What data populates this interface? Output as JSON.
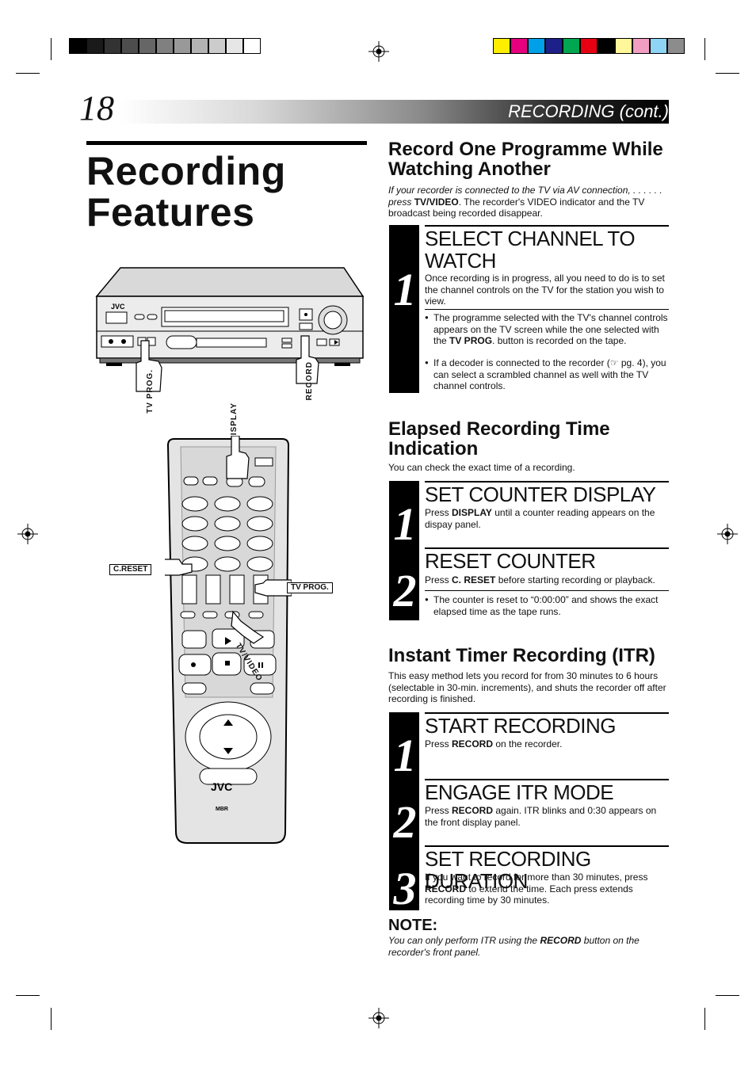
{
  "page_number": "18",
  "section_title": "RECORDING (cont.)",
  "main_title": "Recording Features",
  "colors": {
    "header_band_end": "#000000",
    "grayscale_swatches": [
      "#000000",
      "#1a1a1a",
      "#333333",
      "#4d4d4d",
      "#666666",
      "#808080",
      "#999999",
      "#b3b3b3",
      "#cccccc",
      "#e6e6e6",
      "#ffffff"
    ],
    "color_swatches": [
      "#ffee00",
      "#e6007e",
      "#00a0e9",
      "#1d2088",
      "#00a650",
      "#e60012",
      "#000000",
      "#fff799",
      "#f19ec2",
      "#8fd3f5",
      "#8c8c8c"
    ]
  },
  "illustration": {
    "vcr_brand": "JVC",
    "remote_brand": "JVC",
    "remote_logo": "MBR",
    "labels": {
      "tv_prog_vcr": "TV PROG.",
      "record": "RECORD",
      "display": "DISPLAY",
      "c_reset": "C.RESET",
      "tv_prog_remote": "TV PROG.",
      "tv_video": "TV/VIDEO"
    }
  },
  "section1": {
    "heading": "Record One Programme While Watching Another",
    "intro_italic": "If your recorder is connected to the TV via AV connection, . . . . . . press ",
    "intro_bold": "TV/VIDEO",
    "intro_rest": ". The recorder's VIDEO indicator and the TV broadcast being recorded disappear.",
    "steps": [
      {
        "number": "1",
        "title": "SELECT CHANNEL TO WATCH",
        "body": "Once recording is in progress, all you need to do is to set the channel controls on the TV for the station you wish to view.",
        "bullets": [
          {
            "pre": "The programme selected with the TV's channel controls appears on the TV screen while the one selected with the ",
            "bold": "TV PROG",
            "post": ". button is recorded on the tape."
          },
          {
            "pre": "If a decoder is connected to the recorder (☞ pg. 4), you can select a scrambled channel as well with the TV channel controls.",
            "bold": "",
            "post": ""
          }
        ]
      }
    ]
  },
  "section2": {
    "heading": "Elapsed Recording Time Indication",
    "intro": "You can check the exact time of a recording.",
    "steps": [
      {
        "number": "1",
        "title": "SET COUNTER DISPLAY",
        "pre": "Press ",
        "bold": "DISPLAY",
        "post": " until a counter reading appears on the dispay panel."
      },
      {
        "number": "2",
        "title": "RESET COUNTER",
        "pre": "Press ",
        "bold": "C. RESET",
        "post": " before starting recording or playback.",
        "bullet": "The counter is reset to “0:00:00” and shows the exact elapsed time as the tape runs."
      }
    ]
  },
  "section3": {
    "heading": "Instant Timer Recording (ITR)",
    "intro": "This easy method lets you record for from 30 minutes to 6 hours (selectable in 30-min. increments), and shuts the recorder off after recording is finished.",
    "steps": [
      {
        "number": "1",
        "title": "START RECORDING",
        "pre": "Press ",
        "bold": "RECORD",
        "post": " on the recorder."
      },
      {
        "number": "2",
        "title": "ENGAGE ITR MODE",
        "pre": "Press ",
        "bold": "RECORD",
        "post": " again. ITR blinks and 0:30 appears on the front display panel."
      },
      {
        "number": "3",
        "title": "SET RECORDING DURATION",
        "pre": "If you want to record for more than 30 minutes, press ",
        "bold": "RECORD",
        "post": " to extend the time. Each press extends recording time by 30 minutes."
      }
    ]
  },
  "note": {
    "heading": "NOTE:",
    "pre": "You can only perform ITR using the ",
    "bold": "RECORD",
    "post": " button on the recorder's front panel."
  }
}
